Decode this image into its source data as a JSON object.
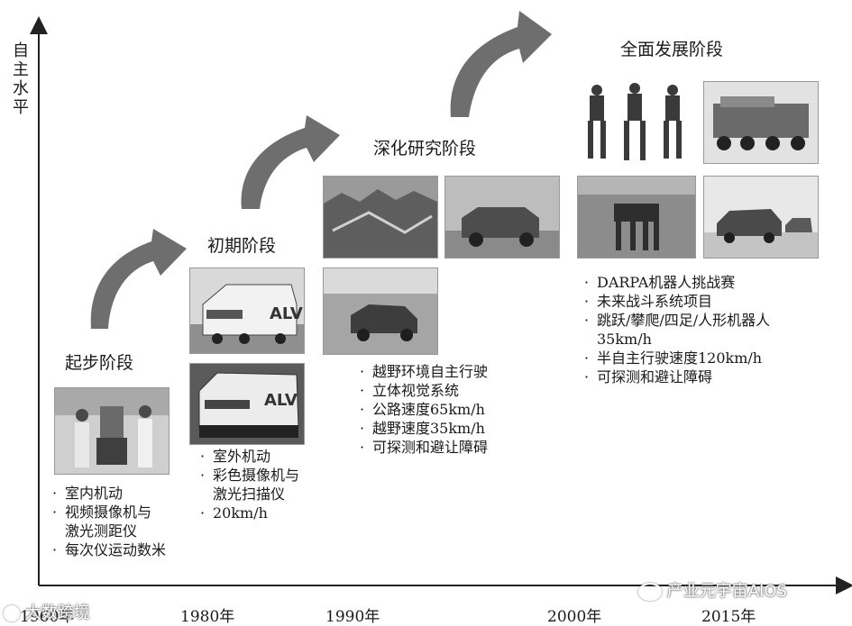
{
  "y_axis_label": [
    "自",
    "主",
    "水",
    "平"
  ],
  "years": [
    "1960年",
    "1980年",
    "1990年",
    "2000年",
    "2015年"
  ],
  "stages": [
    {
      "title": "起步阶段",
      "bullets": [
        "室内机动",
        "视频摄像机与",
        "激光测距仪",
        "每次仪运动数米"
      ]
    },
    {
      "title": "初期阶段",
      "bullets": [
        "室外机动",
        "彩色摄像机与",
        "激光扫描仪",
        "20km/h"
      ]
    },
    {
      "title": "深化研究阶段",
      "bullets": [
        "越野环境自主行驶",
        "立体视觉系统",
        "公路速度65km/h",
        "越野速度35km/h",
        "可探测和避让障碍"
      ]
    },
    {
      "title": "全面发展阶段",
      "bullets": [
        "DARPA机器人挑战赛",
        "未来战斗系统项目",
        "跳跃/攀爬/四足/人形机器人",
        "35km/h",
        "半自主行驶速度120km/h",
        "可探测和避让障碍"
      ]
    }
  ],
  "photo_labels": {
    "vehicle_logo": "ALV"
  },
  "watermarks": {
    "left": "大数跨境",
    "right": "产业元宇宙AIOS"
  }
}
